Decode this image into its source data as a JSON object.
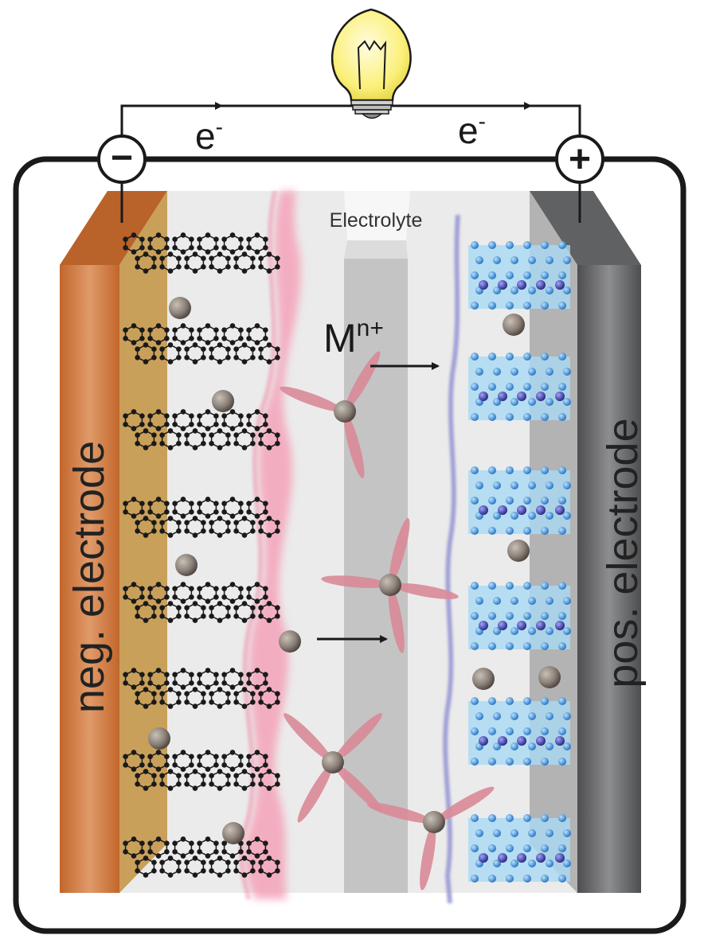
{
  "labels": {
    "electrolyte": "Electrolyte",
    "ion_base": "M",
    "ion_charge": "n+",
    "electron_base": "e",
    "electron_charge": "-",
    "neg_terminal": "−",
    "pos_terminal": "+",
    "neg_electrode": "neg. electrode",
    "pos_electrode": "pos. electrode"
  },
  "colors": {
    "neg_electrode": "#c8702e",
    "neg_current_collector": "#c9a05a",
    "pos_electrode": "#5a5b5d",
    "pos_current_collector": "#b3b3b3",
    "electrolyte_bg": "#e9e9e9",
    "separator": "#c3c3c3",
    "sei_layer": "#f08aa6",
    "cei_layer": "#8f8fd0",
    "graphite": "#1a1a1a",
    "ion": "#8a8078",
    "cathode_atom": "#3a8fd6",
    "cathode_atom_dark": "#3c3fa0",
    "cathode_block": "#a9d9f2",
    "bulb": "#fbf07a",
    "wire": "#1a1a1a"
  },
  "icons": {
    "bulb": "light-bulb-icon",
    "neg_terminal": "minus-terminal-icon",
    "pos_terminal": "plus-terminal-icon"
  }
}
